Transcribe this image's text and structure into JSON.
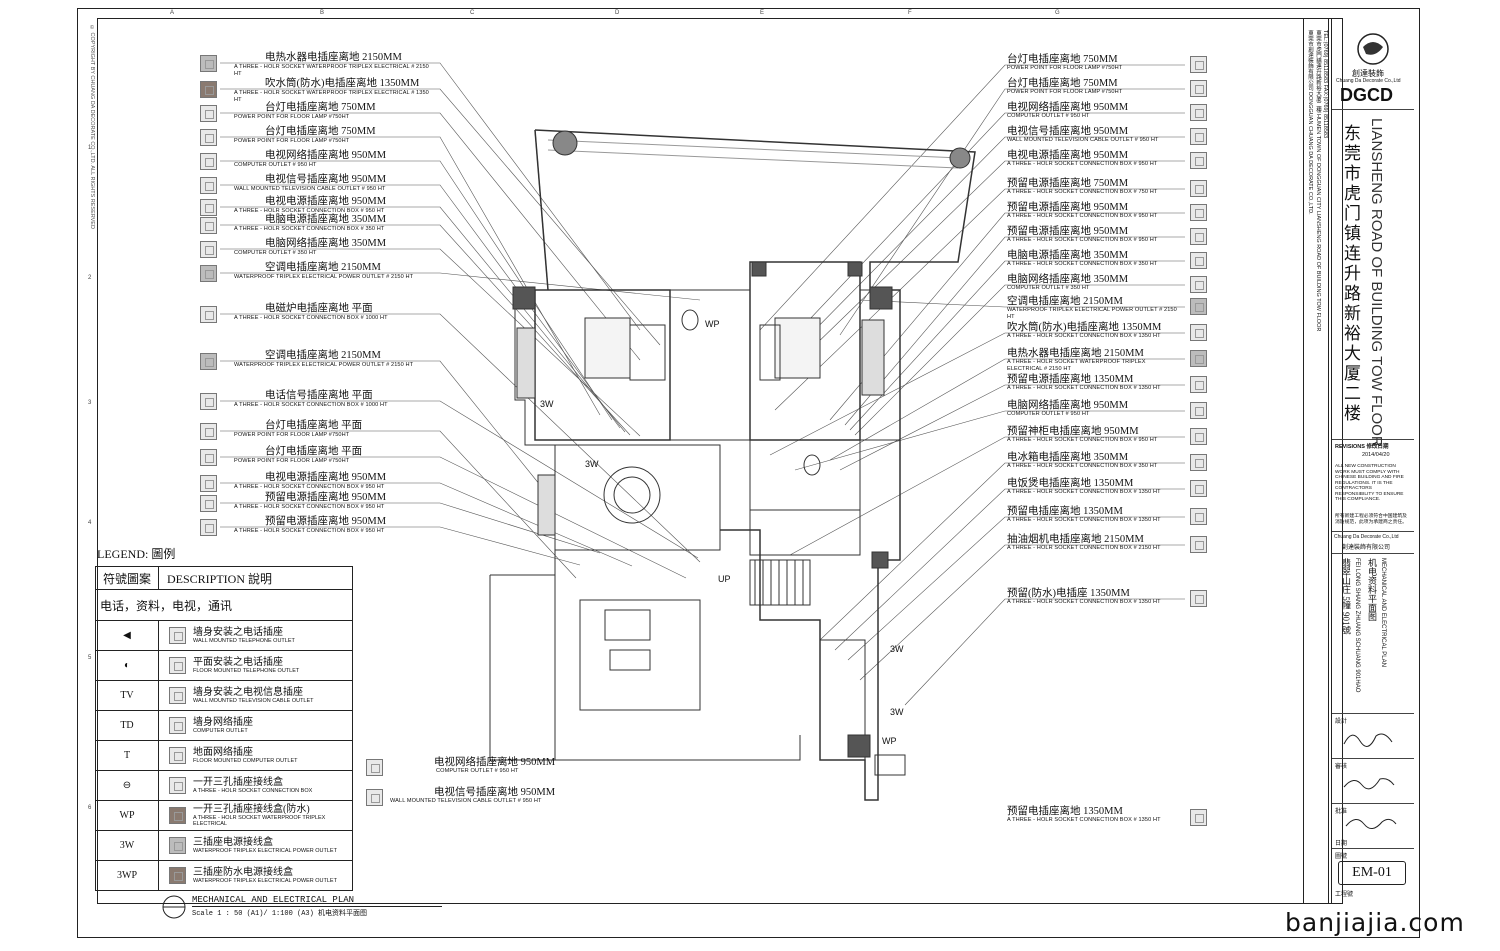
{
  "left_callouts": [
    {
      "zh": "电热水器电插座离地 2150MM",
      "en": "A THREE - HOLR SOCKET WATERPROOF TRIPLEX ELECTRICAL # 2150 HT",
      "sym": "mid"
    },
    {
      "zh": "吹水筒(防水)电插座离地 1350MM",
      "en": "A THREE - HOLR SOCKET WATERPROOF TRIPLEX ELECTRICAL # 1350 HT",
      "sym": "dark"
    },
    {
      "zh": "台灯电插座离地 750MM",
      "en": "POWER POINT FOR FLOOR LAMP #750HT",
      "sym": "light"
    },
    {
      "zh": "台灯电插座离地 750MM",
      "en": "POWER POINT FOR FLOOR LAMP #750HT",
      "sym": "light"
    },
    {
      "zh": "电视网络插座离地 950MM",
      "en": "COMPUTER OUTLET # 950 HT",
      "sym": "light"
    },
    {
      "zh": "电视信号插座离地 950MM",
      "en": "WALL MOUNTED TELEVISION CABLE OUTLET # 950 HT",
      "sym": "light"
    },
    {
      "zh": "电视电源插座离地 950MM",
      "en": "A THREE - HOLR SOCKET CONNECTION BOX # 950 HT",
      "sym": "light"
    },
    {
      "zh": "电脑电源插座离地 350MM",
      "en": "A THREE - HOLR SOCKET CONNECTION BOX # 350 HT",
      "sym": "light"
    },
    {
      "zh": "电脑网络插座离地 350MM",
      "en": "COMPUTER OUTLET # 350 HT",
      "sym": "light"
    },
    {
      "zh": "空调电插座离地 2150MM",
      "en": "WATERPROOF TRIPLEX ELECTRICAL POWER OUTLET # 2150 HT",
      "sym": "mid"
    },
    {
      "zh": "电磁炉电插座离地 平面",
      "en": "A THREE - HOLR SOCKET CONNECTION BOX # 1000 HT",
      "sym": "light"
    },
    {
      "zh": "空调电插座离地 2150MM",
      "en": "WATERPROOF TRIPLEX ELECTRICAL POWER OUTLET # 2150 HT",
      "sym": "mid"
    },
    {
      "zh": "电话信号插座离地 平面",
      "en": "A THREE - HOLR SOCKET CONNECTION BOX # 1000 HT",
      "sym": "light"
    },
    {
      "zh": "台灯电插座离地 平面",
      "en": "POWER POINT FOR FLOOR LAMP #750HT",
      "sym": "light"
    },
    {
      "zh": "台灯电插座离地 平面",
      "en": "POWER POINT FOR FLOOR LAMP #750HT",
      "sym": "light"
    },
    {
      "zh": "电视电源插座离地 950MM",
      "en": "A THREE - HOLR SOCKET CONNECTION BOX # 950 HT",
      "sym": "light"
    },
    {
      "zh": "预留电源插座离地 950MM",
      "en": "A THREE - HOLR SOCKET CONNECTION BOX # 950 HT",
      "sym": "light"
    },
    {
      "zh": "预留电源插座离地 950MM",
      "en": "A THREE - HOLR SOCKET CONNECTION BOX # 950 HT",
      "sym": "light"
    }
  ],
  "right_callouts": [
    {
      "zh": "台灯电插座离地 750MM",
      "en": "POWER POINT FOR FLOOR LAMP #750HT",
      "sym": "light"
    },
    {
      "zh": "台灯电插座离地 750MM",
      "en": "POWER POINT FOR FLOOR LAMP #750HT",
      "sym": "light"
    },
    {
      "zh": "电视网络插座离地 950MM",
      "en": "COMPUTER OUTLET # 950 HT",
      "sym": "light"
    },
    {
      "zh": "电视信号插座离地 950MM",
      "en": "WALL MOUNTED TELEVISION CABLE OUTLET # 950 HT",
      "sym": "light"
    },
    {
      "zh": "电视电源插座离地 950MM",
      "en": "A THREE - HOLR SOCKET CONNECTION BOX # 950 HT",
      "sym": "light"
    },
    {
      "zh": "预留电源插座离地 750MM",
      "en": "A THREE - HOLR SOCKET CONNECTION BOX # 750 HT",
      "sym": "light"
    },
    {
      "zh": "预留电源插座离地 950MM",
      "en": "A THREE - HOLR SOCKET CONNECTION BOX # 950 HT",
      "sym": "light"
    },
    {
      "zh": "预留电源插座离地 950MM",
      "en": "A THREE - HOLR SOCKET CONNECTION BOX # 950 HT",
      "sym": "light"
    },
    {
      "zh": "电脑电源插座离地 350MM",
      "en": "A THREE - HOLR SOCKET CONNECTION BOX # 350 HT",
      "sym": "light"
    },
    {
      "zh": "电脑网络插座离地 350MM",
      "en": "COMPUTER OUTLET # 350 HT",
      "sym": "light"
    },
    {
      "zh": "空调电插座离地 2150MM",
      "en": "WATERPROOF TRIPLEX ELECTRICAL POWER OUTLET # 2150 HT",
      "sym": "mid"
    },
    {
      "zh": "吹水筒(防水)电插座离地 1350MM",
      "en": "A THREE - HOLR SOCKET CONNECTION BOX # 1350 HT",
      "sym": "light"
    },
    {
      "zh": "电热水器电插座离地 2150MM",
      "en": "A THREE - HOLR SOCKET WATERPROOF TRIPLEX ELECTRICAL # 2150 HT",
      "sym": "mid"
    },
    {
      "zh": "预留电源插座离地 1350MM",
      "en": "A THREE - HOLR SOCKET CONNECTION BOX # 1350 HT",
      "sym": "light"
    },
    {
      "zh": "电脑网络插座离地 950MM",
      "en": "COMPUTER OUTLET # 950 HT",
      "sym": "light"
    },
    {
      "zh": "预留神柜电插座离地 950MM",
      "en": "A THREE - HOLR SOCKET CONNECTION BOX # 950 HT",
      "sym": "light"
    },
    {
      "zh": "电冰箱电插座离地 350MM",
      "en": "A THREE - HOLR SOCKET CONNECTION BOX # 350 HT",
      "sym": "light"
    },
    {
      "zh": "电饭煲电插座离地 1350MM",
      "en": "A THREE - HOLR SOCKET CONNECTION BOX # 1350 HT",
      "sym": "light"
    },
    {
      "zh": "预留电插座离地 1350MM",
      "en": "A THREE - HOLR SOCKET CONNECTION BOX # 1350 HT",
      "sym": "light"
    },
    {
      "zh": "抽油烟机电插座离地 2150MM",
      "en": "A THREE - HOLR SOCKET CONNECTION BOX # 2150 HT",
      "sym": "light"
    },
    {
      "zh": "预留(防水)电插座 1350MM",
      "en": "A THREE - HOLR SOCKET CONNECTION BOX # 1350 HT",
      "sym": "light"
    }
  ],
  "bottom_callouts": [
    {
      "zh": "电视网络插座离地 950MM",
      "en": "COMPUTER OUTLET # 950 HT"
    },
    {
      "zh": "电视信号插座离地 950MM",
      "en": "WALL MOUNTED TELEVISION CABLE OUTLET # 950 HT"
    }
  ],
  "bottom_right_callout": {
    "zh": "预留电插座离地 1350MM",
    "en": "A THREE - HOLR SOCKET CONNECTION BOX # 1350 HT"
  },
  "legend": {
    "title": "LEGEND:  圖例",
    "col_symbol": "符號圖案",
    "col_desc": "DESCRIPTION 說明",
    "group": "电话，资料，电视，通讯",
    "rows": [
      {
        "code": "◀",
        "zh": "墙身安装之电话插座",
        "en": "WALL MOUNTED TELEPHONE OUTLET",
        "sym": "light"
      },
      {
        "code": "◐",
        "zh": "平面安装之电话插座",
        "en": "FLOOR MOUNTED TELEPHONE OUTLET",
        "sym": "light"
      },
      {
        "code": "TV",
        "zh": "墙身安装之电视信息插座",
        "en": "WALL MOUNTED TELEVISION CABLE OUTLET",
        "sym": "light"
      },
      {
        "code": "TD",
        "zh": "墙身网络插座",
        "en": "COMPUTER OUTLET",
        "sym": "light"
      },
      {
        "code": "T",
        "zh": "地面网络插座",
        "en": "FLOOR MOUNTED COMPUTER OUTLET",
        "sym": "light"
      },
      {
        "code": "⊖",
        "zh": "一开三孔插座接线盒",
        "en": "A THREE - HOLR SOCKET CONNECTION BOX",
        "sym": "light"
      },
      {
        "code": "WP",
        "zh": "一开三孔插座接线盒(防水)",
        "en": "A THREE - HOLR SOCKET WATERPROOF TRIPLEX ELECTRICAL",
        "sym": "dark"
      },
      {
        "code": "3W",
        "zh": "三插座电源接线盒",
        "en": "WATERPROOF TRIPLEX ELECTRICAL POWER OUTLET",
        "sym": "mid"
      },
      {
        "code": "3WP",
        "zh": "三插座防水电源接线盒",
        "en": "WATERPROOF TRIPLEX ELECTRICAL POWER OUTLET",
        "sym": "dark"
      }
    ]
  },
  "plan_title": {
    "main": "MECHANICAL AND ELECTRICAL PLAN",
    "sub": "Scale 1 : 50 (A1)/ 1:100 (A3) 机电资料平面图"
  },
  "plan_labels": {
    "up": "UP",
    "w3": "3W",
    "wp": "WP"
  },
  "title_block": {
    "company_cn": "創達裝飾",
    "company_en": "Chuang Da Decorate Co.,Ltd",
    "brand": "DGCD",
    "project_cn": "东莞市虎门镇连升路新裕大厦二楼",
    "project_en": "LIANSHENG ROAD OF BUILDING TOW FLOOR",
    "revisions_label": "REVISIONS 修改日期",
    "revision_date": "2014/04/20",
    "note_en": "ALL NEW CONSTRUCTION WORK MUST COMPLY WITH CHINESE BUILDING AND FIRE REGULATIONS. IT IS THE CONTRACTORS RESPONSIBILITY TO ENSURE THIS COMPLIANCE.",
    "note_cn": "所有新建工程必须符合中国建筑及消防规范，此项为承建商之责任。",
    "company_en2": "Chuang Da Decorate Co.,Ltd",
    "company_cn2": "創達裝飾有限公司",
    "drawing_cn": "翡翠山庄 5幢 901號",
    "drawing_en": "FEI LONG SHANG ZHUANG SCHUANG 901HAO",
    "sheet_cn": "机电资料平面图",
    "sheet_en": "MECHANICAL AND ELECTRICAL PLAN",
    "drawn_label": "設計",
    "checked_label": "審核",
    "approved_label": "批准",
    "date_label": "日期",
    "sheet_no_label": "圖號",
    "sheet_no": "EM-01",
    "job_label": "工程號"
  },
  "spine": {
    "text1": "東莞市創達裝飾有限公司 DONGGUAN CHUANG DA DECORATE CO.,LTD.",
    "text2": "東莞市虎門鎮連升路新裕大厦二樓  HUMEN TOWN OF DONGGUAN CITY LIANSHENG ROAD OF BUILDING TOW FLOOR",
    "text3": "TEL:(0769) 85118583   FAX:(0769) 85118583"
  },
  "copyright": "© COPYRIGHT BY CHUANG DA DECORATE CO.,LTD. ALL RIGHTS RESERVED",
  "watermark": "banjiajia.com",
  "grid_top": [
    "A",
    "B",
    "C",
    "D",
    "E",
    "F",
    "G"
  ],
  "grid_left": [
    "1",
    "2",
    "3",
    "4",
    "5",
    "6"
  ]
}
